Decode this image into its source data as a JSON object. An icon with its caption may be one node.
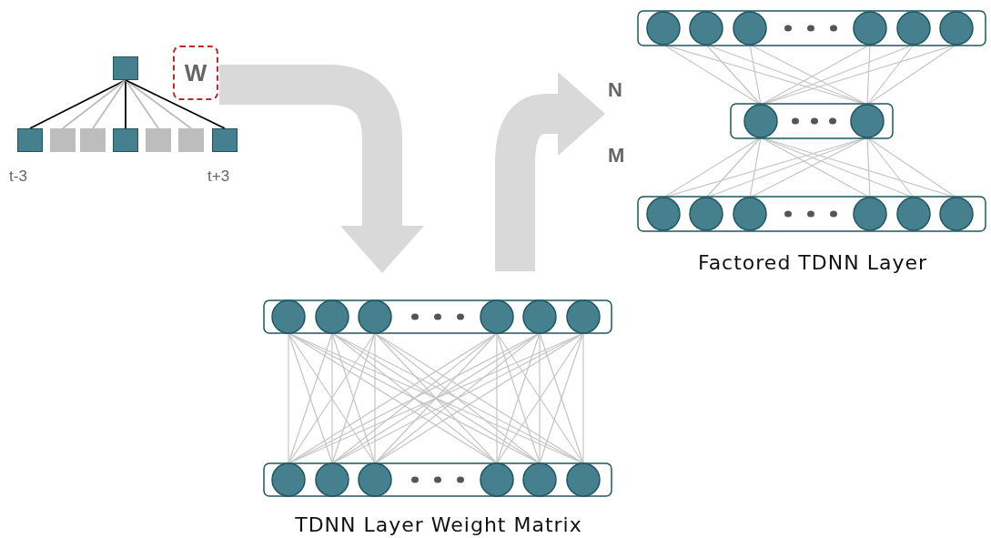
{
  "diagram": {
    "nodes": [
      {
        "text": [
          "W"
        ]
      },
      {
        "text": [],
        "shape": "box"
      },
      {
        "text": [],
        "shape": "box",
        "beside": [
          "t-3"
        ]
      },
      {
        "text": [],
        "shape": "box"
      },
      {
        "text": [],
        "shape": "box"
      },
      {
        "text": [],
        "shape": "box"
      },
      {
        "text": [],
        "shape": "box"
      },
      {
        "text": [],
        "shape": "box"
      },
      {
        "text": [],
        "shape": "box",
        "beside": [
          "t+3"
        ]
      },
      {
        "text": [
          "TDNN Layer Weight Matrix"
        ]
      },
      {
        "text": [
          "Factored TDNN Layer"
        ]
      }
    ],
    "edges": [
      {
        "from": 1,
        "to": 2,
        "arrow": "none",
        "color": "#000000"
      },
      {
        "from": 1,
        "to": 3,
        "arrow": "none"
      },
      {
        "from": 1,
        "to": 4,
        "arrow": "none"
      },
      {
        "from": 1,
        "to": 5,
        "arrow": "none",
        "color": "#000000"
      },
      {
        "from": 1,
        "to": 6,
        "arrow": "none"
      },
      {
        "from": 1,
        "to": 7,
        "arrow": "none"
      },
      {
        "from": 1,
        "to": 8,
        "arrow": "none",
        "color": "#000000"
      },
      {
        "from": 0,
        "to": 9,
        "arrow": "to",
        "style": "thick",
        "color": "#d9d9d9"
      },
      {
        "from": 9,
        "to": 10,
        "arrow": "to",
        "style": "thick",
        "color": "#d9d9d9"
      }
    ],
    "labels": [
      "N",
      "M"
    ]
  }
}
